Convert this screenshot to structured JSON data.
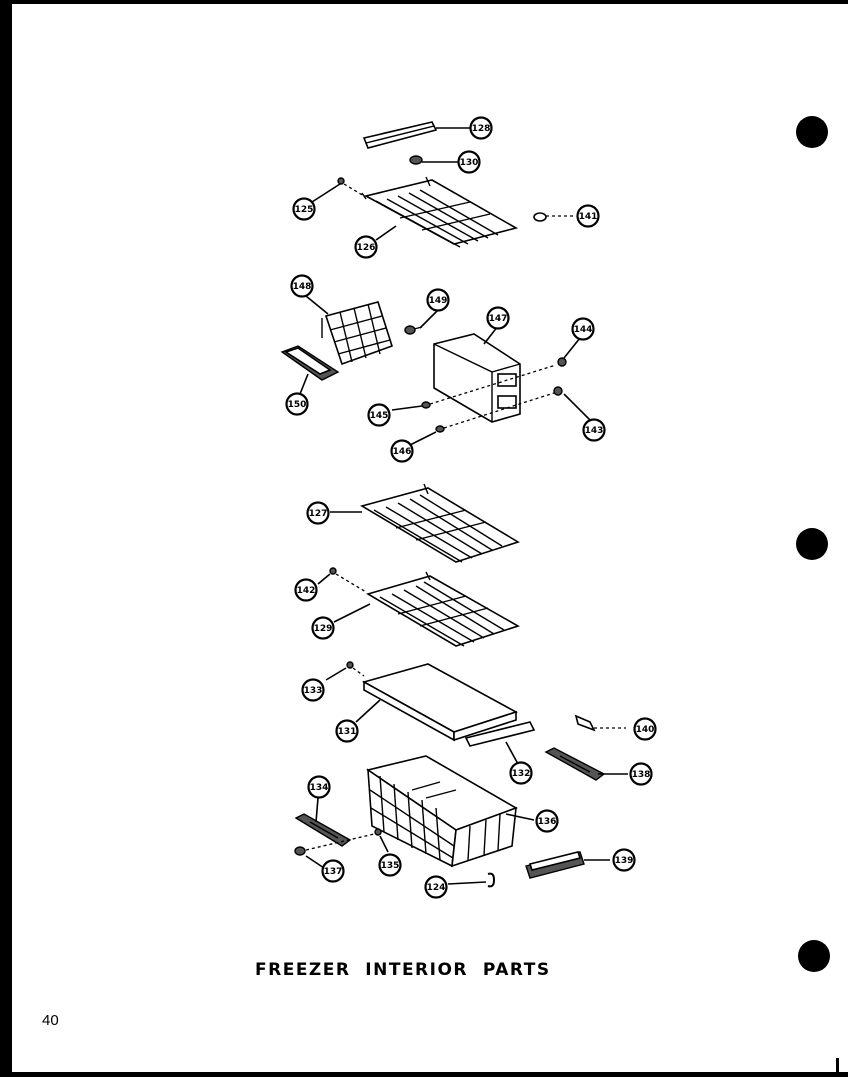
{
  "title": "FREEZER  INTERIOR  PARTS",
  "page_number": "40",
  "callouts": [
    "128",
    "130",
    "125",
    "126",
    "141",
    "148",
    "149",
    "147",
    "144",
    "150",
    "145",
    "143",
    "146",
    "127",
    "142",
    "129",
    "133",
    "131",
    "140",
    "132",
    "138",
    "134",
    "139",
    "137",
    "135",
    "136",
    "124"
  ]
}
